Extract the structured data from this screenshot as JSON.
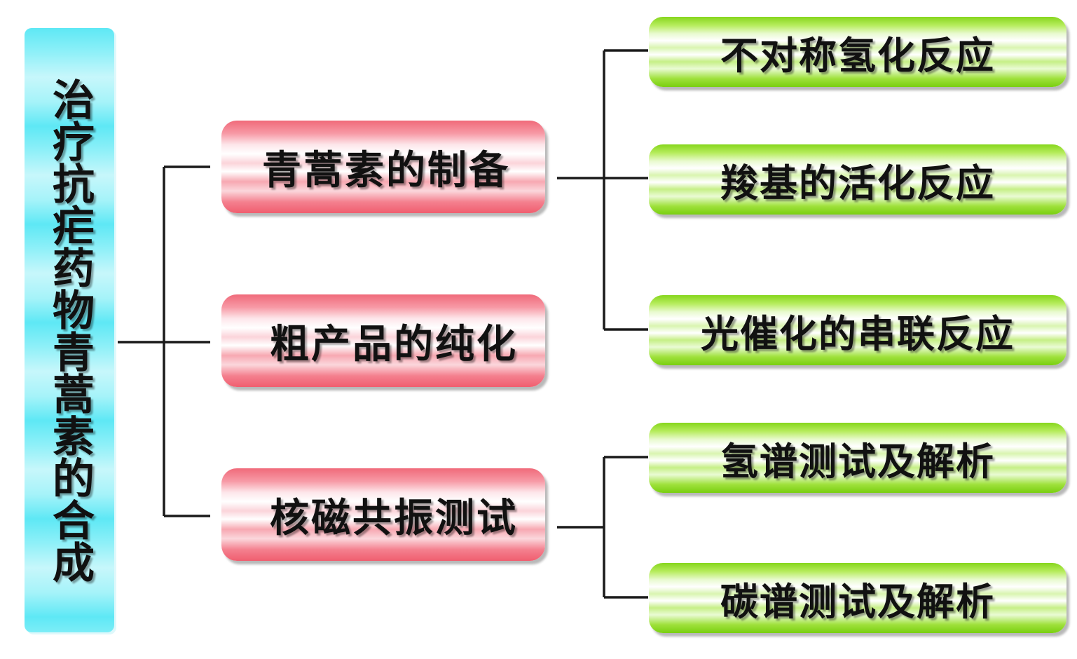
{
  "diagram": {
    "root": "治疗抗疟药物青蒿素的合成",
    "branches": [
      {
        "label": "青蒿素的制备",
        "children": [
          "不对称氢化反应",
          "羧基的活化反应",
          "光催化的串联反应"
        ]
      },
      {
        "label": "粗产品的纯化",
        "children": []
      },
      {
        "label": "核磁共振测试",
        "children": [
          "氢谱测试及解析",
          "碳谱测试及解析"
        ]
      }
    ]
  },
  "colors": {
    "root": "#5ee8f5",
    "branch": "#f06a7a",
    "leaf": "#86d61c",
    "connector": "#1a1a1a"
  }
}
